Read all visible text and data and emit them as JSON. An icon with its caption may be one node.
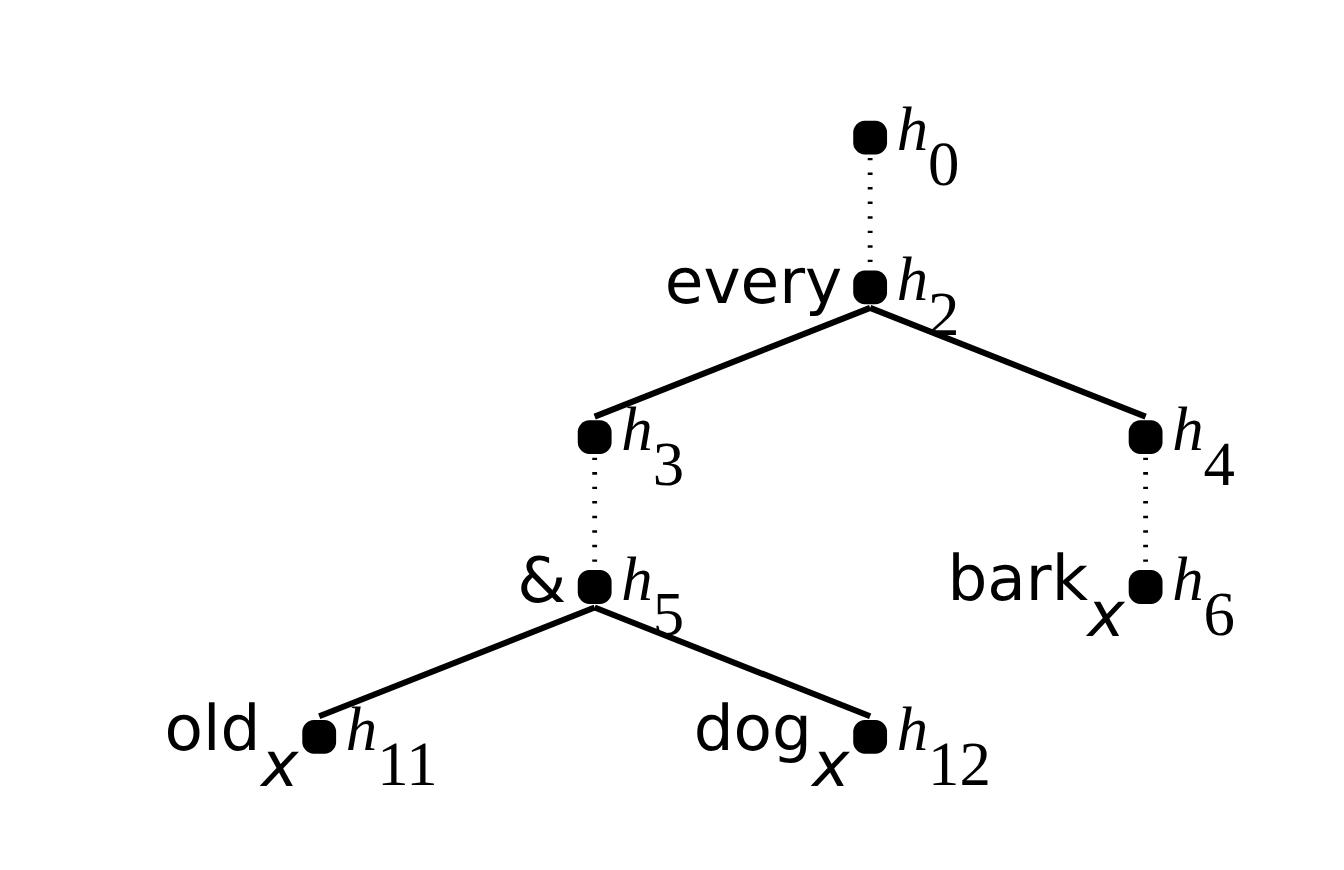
{
  "diagram": {
    "nodes": [
      {
        "text": [],
        "shape": "circle",
        "beside": [
          "h$_{0}$"
        ]
      },
      {
        "text": [],
        "shape": "circle",
        "beside": [
          "every",
          "h$_{2}$"
        ]
      },
      {
        "text": [],
        "shape": "circle",
        "beside": [
          "h$_{3}$"
        ]
      },
      {
        "text": [],
        "shape": "circle",
        "beside": [
          "h$_{4}$"
        ]
      },
      {
        "text": [],
        "shape": "circle",
        "beside": [
          "&",
          "h$_{5}$"
        ]
      },
      {
        "text": [],
        "shape": "circle",
        "beside": [
          "bark$_{x}$",
          "h$_{6}$"
        ]
      },
      {
        "text": [],
        "shape": "circle",
        "beside": [
          "old$_{x}$",
          "h$_{11}$"
        ]
      },
      {
        "text": [],
        "shape": "circle",
        "beside": [
          "dog$_{x}$",
          "h$_{12}$"
        ]
      }
    ],
    "edges": [
      {
        "from": 0,
        "to": 1,
        "arrow": "none",
        "style": "dashed"
      },
      {
        "from": 1,
        "to": 2,
        "arrow": "none"
      },
      {
        "from": 1,
        "to": 3,
        "arrow": "none"
      },
      {
        "from": 2,
        "to": 4,
        "arrow": "none",
        "style": "dashed"
      },
      {
        "from": 3,
        "to": 5,
        "arrow": "none",
        "style": "dashed"
      },
      {
        "from": 4,
        "to": 6,
        "arrow": "none"
      },
      {
        "from": 4,
        "to": 7,
        "arrow": "none"
      }
    ]
  }
}
